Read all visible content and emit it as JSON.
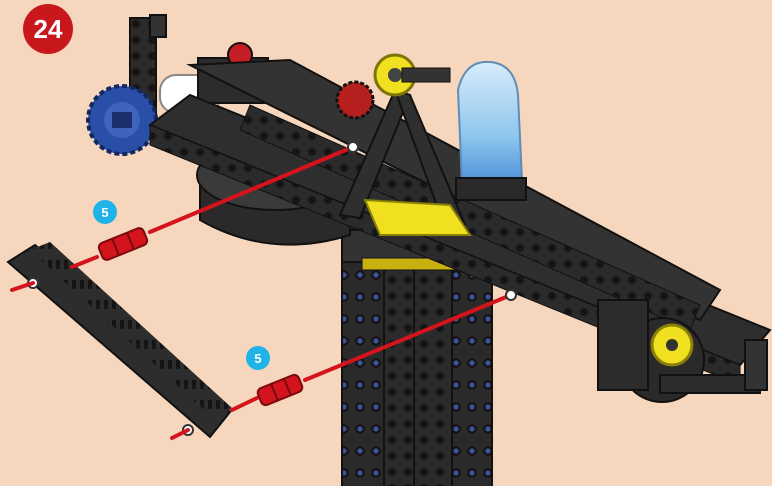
{
  "step": {
    "number": "24"
  },
  "callouts": [
    {
      "count": "5"
    },
    {
      "count": "5"
    }
  ],
  "colors": {
    "background": "#f6d7bd",
    "step_badge": "#c8181e",
    "count_badge": "#1fb3e8",
    "beam": "#2e2e2e",
    "guide_line": "#d4141c",
    "axle_pin": "#d4141c",
    "gear_yellow": "#f0e020",
    "gear_blue": "#2a4fa8",
    "light_cap": "#8fc6ee"
  }
}
